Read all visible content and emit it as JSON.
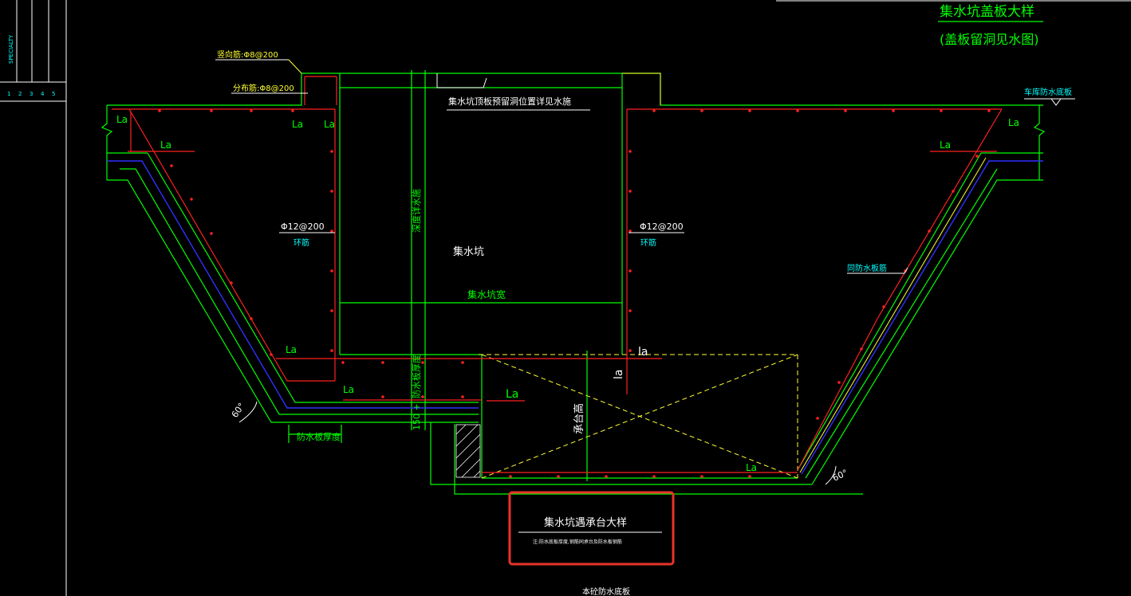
{
  "title_block": {
    "title": "集水坑盖板大样",
    "subtitle": "(盖板留洞见水图)"
  },
  "side_strip": {
    "specialty": "SPECIALTY",
    "marks": [
      "1",
      "2",
      "3",
      "4",
      "5"
    ]
  },
  "labels": {
    "rebar_vertical": "竖向筋:Φ8@200",
    "rebar_distribution": "分布筋:Φ8@200",
    "top_note": "集水坑顶板预留洞位置详见水施",
    "garage_floor": "车库防水底板",
    "la": "La",
    "la_lower": "la",
    "ring_rebar_spec": "Φ12@200",
    "ring_rebar": "环筋",
    "pit_depth": "深度详水施",
    "pit": "集水坑",
    "pit_width": "集水坑宽",
    "same_as_floor": "同防水板筋",
    "floor_thickness": "防水板厚度",
    "floor_thickness_vertical": "防水板厚度",
    "offset_150": "150 +",
    "cap_height": "承台高",
    "angle": "60°"
  },
  "caption": {
    "title": "集水坑遇承台大样",
    "note": "注:防水底板厚度,钢筋同承台及防水板钢筋",
    "bottom_text": "本砼防水底板"
  },
  "colors": {
    "green": "#00ff00",
    "red": "#ff2020",
    "yellow": "#ffff33",
    "white": "#ffffff",
    "cyan": "#00ffff",
    "blue": "#3030ff",
    "highlight": "#e8332a"
  }
}
